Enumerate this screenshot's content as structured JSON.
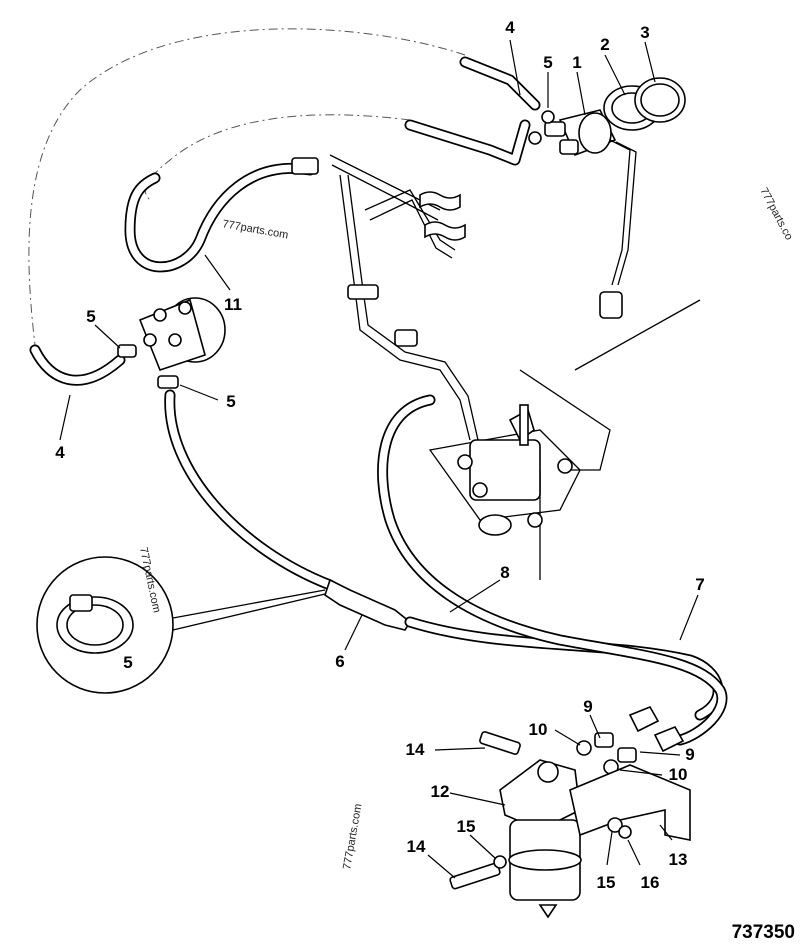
{
  "figure_number": "737350",
  "watermarks": [
    "777parts.com",
    "777parts.com",
    "777parts.co",
    "777parts.com"
  ],
  "callouts": [
    {
      "id": "c1",
      "label": "1"
    },
    {
      "id": "c2",
      "label": "2"
    },
    {
      "id": "c3",
      "label": "3"
    },
    {
      "id": "c4a",
      "label": "4"
    },
    {
      "id": "c5a",
      "label": "5"
    },
    {
      "id": "c11",
      "label": "11"
    },
    {
      "id": "c5b",
      "label": "5"
    },
    {
      "id": "c5c",
      "label": "5"
    },
    {
      "id": "c4b",
      "label": "4"
    },
    {
      "id": "c8",
      "label": "8"
    },
    {
      "id": "c7",
      "label": "7"
    },
    {
      "id": "c5d",
      "label": "5"
    },
    {
      "id": "c6",
      "label": "6"
    },
    {
      "id": "c9a",
      "label": "9"
    },
    {
      "id": "c10a",
      "label": "10"
    },
    {
      "id": "c14a",
      "label": "14"
    },
    {
      "id": "c9b",
      "label": "9"
    },
    {
      "id": "c10b",
      "label": "10"
    },
    {
      "id": "c12",
      "label": "12"
    },
    {
      "id": "c15a",
      "label": "15"
    },
    {
      "id": "c14b",
      "label": "14"
    },
    {
      "id": "c13",
      "label": "13"
    },
    {
      "id": "c15b",
      "label": "15"
    },
    {
      "id": "c16",
      "label": "16"
    }
  ]
}
